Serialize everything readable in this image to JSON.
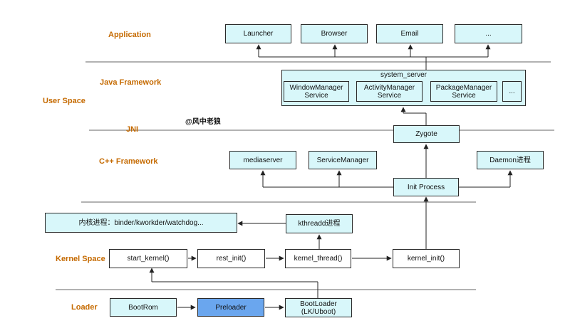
{
  "layers": {
    "application": "Application",
    "java_framework": "Java Framework",
    "user_space": "User Space",
    "jni": "JNI",
    "cpp_framework": "C++ Framework",
    "kernel_space": "Kernel Space",
    "loader": "Loader"
  },
  "apps": {
    "launcher": "Launcher",
    "browser": "Browser",
    "email": "Email",
    "more": "..."
  },
  "system_server": {
    "title": "system_server",
    "window_manager": "WindowManager Service",
    "activity_manager": "ActivityManager Service",
    "package_manager": "PackageManager Service",
    "more": "..."
  },
  "watermark": "@风中老狼",
  "zygote": "Zygote",
  "native": {
    "mediaserver": "mediaserver",
    "service_manager": "ServiceManager",
    "daemon": "Daemon进程",
    "init_process": "Init Process"
  },
  "kernel": {
    "kernel_threads": "内核进程：binder/kworkder/watchdog...",
    "kthreadd": "kthreadd进程",
    "start_kernel": "start_kernel()",
    "rest_init": "rest_init()",
    "kernel_thread": "kernel_thread()",
    "kernel_init": "kernel_init()"
  },
  "boot": {
    "bootrom": "BootRom",
    "preloader": "Preloader",
    "bootloader": "BootLoader (LK/Uboot)"
  },
  "colors": {
    "box_fill": "#d8f7fa",
    "highlight_fill": "#6aa6ee",
    "label_orange": "#c56a00",
    "separator": "#999999"
  }
}
